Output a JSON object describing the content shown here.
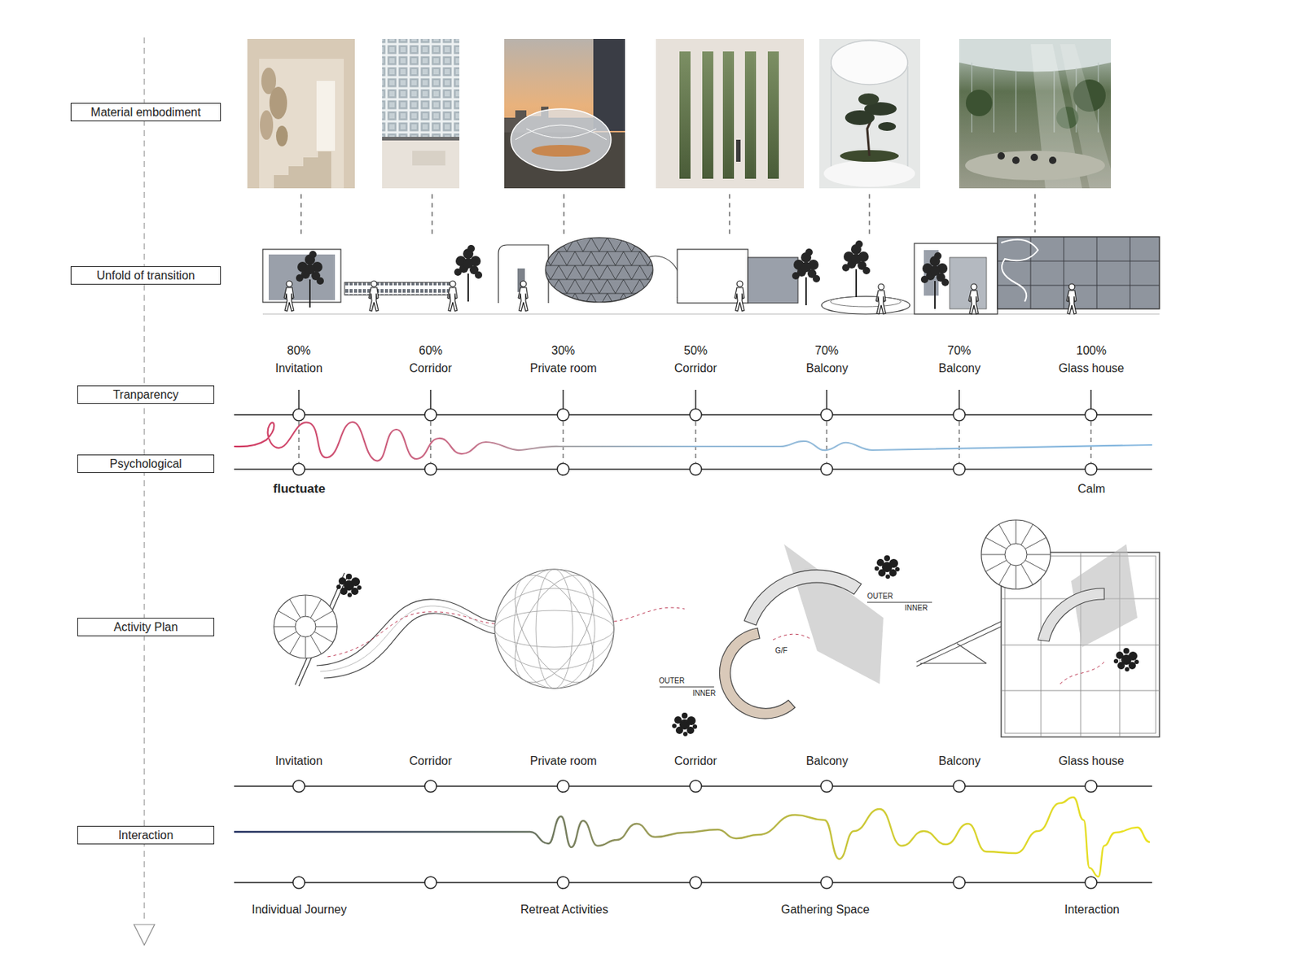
{
  "diagram": {
    "nodes": [
      {
        "text": [
          "Material embodiment"
        ]
      },
      {
        "text": [
          "Unfold of transition"
        ]
      },
      {
        "text": [
          "Tranparency"
        ]
      },
      {
        "text": [
          "Psychological"
        ]
      },
      {
        "text": [
          "Activity Plan"
        ]
      },
      {
        "text": [
          "Interaction"
        ]
      }
    ],
    "labels": [
      "80%",
      "Invitation",
      "60%",
      "Corridor",
      "30%",
      "Private room",
      "50%",
      "Corridor",
      "70%",
      "Balcony",
      "70%",
      "Balcony",
      "100%",
      "Glass house",
      "fluctuate",
      "Calm",
      "OUTER",
      "INNER",
      "G/F",
      "OUTER",
      "INNER",
      "Invitation",
      "Corridor",
      "Private room",
      "Corridor",
      "Balcony",
      "Balcony",
      "Glass house",
      "Individual Journey",
      "Retreat Activities",
      "Gathering Space",
      "Interaction"
    ]
  }
}
